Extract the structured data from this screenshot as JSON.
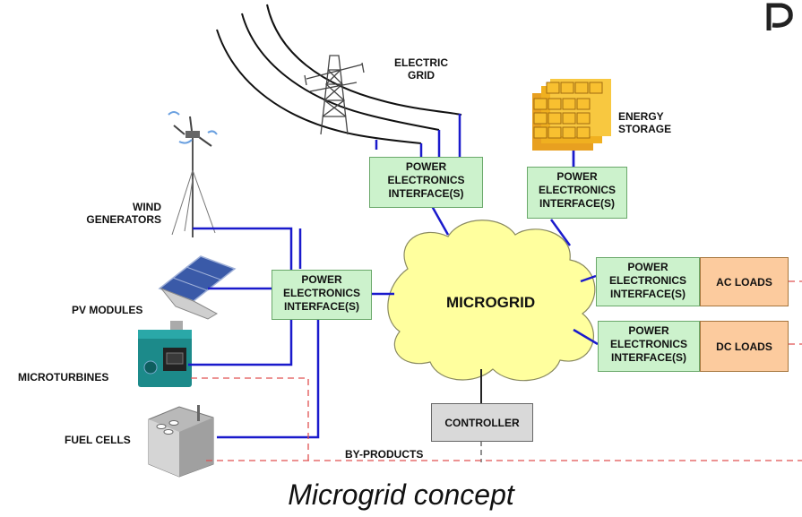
{
  "labels": {
    "electric_grid": [
      "ELECTRIC",
      "GRID"
    ],
    "energy_storage": [
      "ENERGY",
      "STORAGE"
    ],
    "wind_generators": [
      "WIND",
      "GENERATORS"
    ],
    "pv_modules": "PV MODULES",
    "microturbines": "MICROTURBINES",
    "fuel_cells": "FUEL CELLS",
    "by_products": "BY-PRODUCTS"
  },
  "pei": [
    "POWER",
    "ELECTRONICS",
    "INTERFACE(S)"
  ],
  "microgrid": "MICROGRID",
  "controller": "CONTROLLER",
  "ac_loads": "AC LOADS",
  "dc_loads": "DC LOADS",
  "caption": "Microgrid concept",
  "colors": {
    "power_line": "#1a1acc",
    "byproduct_line": "#e05050",
    "pei_fill": "#ccf2cc",
    "load_fill": "#fccb9e",
    "cloud_fill": "#ffff9e",
    "controller_fill": "#d9d9d9"
  }
}
